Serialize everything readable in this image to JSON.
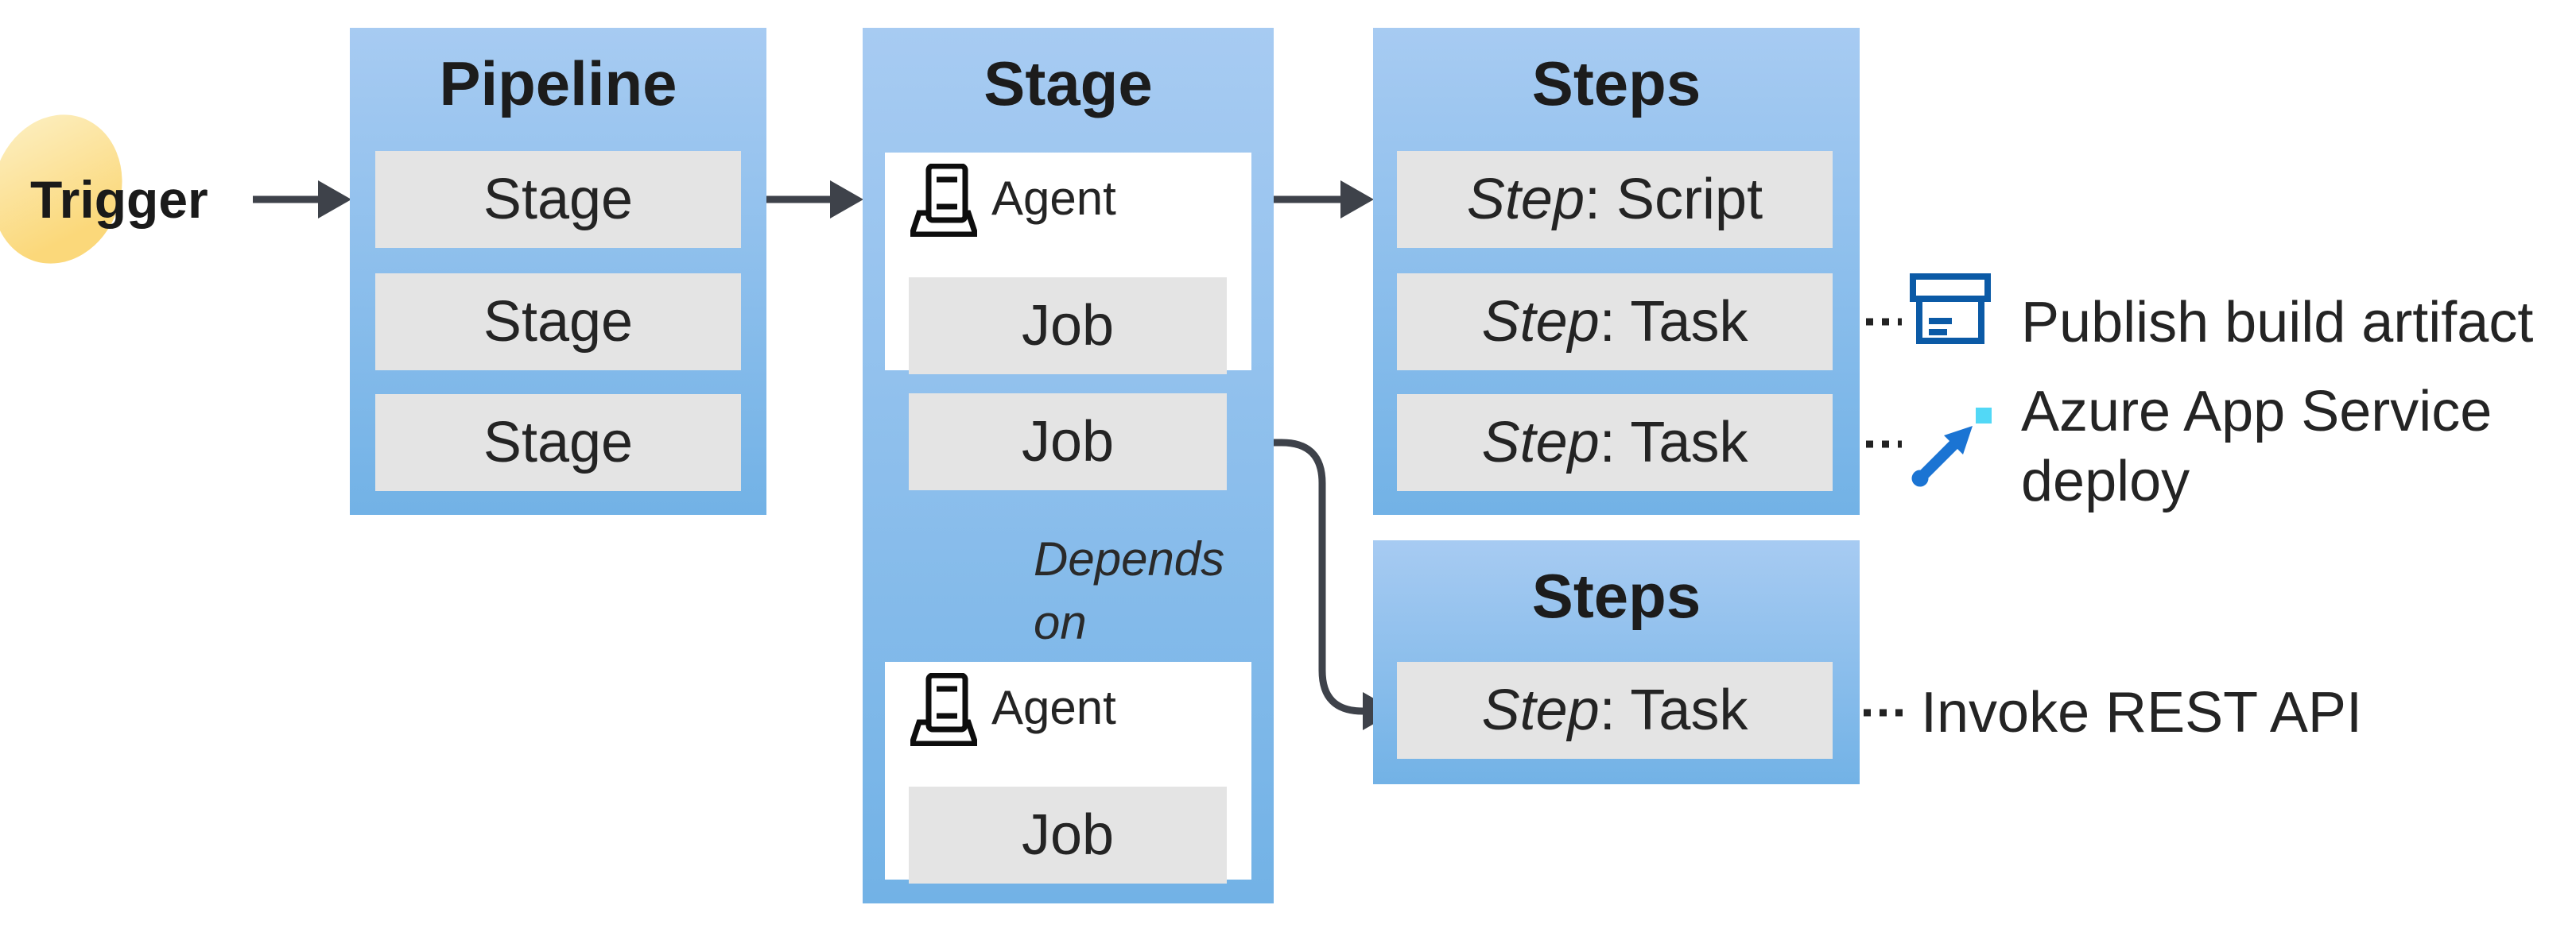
{
  "diagram_title": "Azure Pipelines key concepts diagram",
  "colors": {
    "box-blue-top": "#a7cbf2",
    "box-blue-bottom": "#72b2e6",
    "item-gray": "#e4e4e4",
    "connector-dark": "#3e424a",
    "dotted-black": "#222222",
    "text-dark": "#202020",
    "trigger-yellow-light": "#fcecb8",
    "trigger-yellow": "#fbd87a",
    "publish-icon-blue": "#0b5aa6",
    "deploy-arrow-blue": "#1b74d3",
    "deploy-square-cyan": "#52d8f6"
  },
  "trigger": {
    "label": "Trigger"
  },
  "pipeline": {
    "title": "Pipeline",
    "stages": [
      "Stage",
      "Stage",
      "Stage"
    ]
  },
  "stage": {
    "title": "Stage",
    "agent_groups": [
      {
        "agent_label": "Agent",
        "job_label": "Job"
      },
      {
        "agent_label": "Agent",
        "job_label": "Job"
      }
    ],
    "independent_job_label": "Job",
    "depends_on": {
      "line1": "Depends",
      "line2": "on"
    }
  },
  "steps": {
    "title": "Steps",
    "items": [
      {
        "prefix": "Step",
        "suffix": ": Script"
      },
      {
        "prefix": "Step",
        "suffix": ": Task"
      },
      {
        "prefix": "Step",
        "suffix": ": Task"
      }
    ]
  },
  "steps_secondary": {
    "title": "Steps",
    "items": [
      {
        "prefix": "Step",
        "suffix": ": Task"
      }
    ]
  },
  "annotations": {
    "publish_build_artifact": "Publish build artifact",
    "azure_app_service_line1": "Azure App Service",
    "azure_app_service_line2": "deploy",
    "invoke_rest_api": "Invoke REST API"
  },
  "icons": {
    "agent": "agent-device-icon",
    "publish": "archive-box-icon",
    "azure_deploy": "diagonal-up-arrow-icon"
  }
}
